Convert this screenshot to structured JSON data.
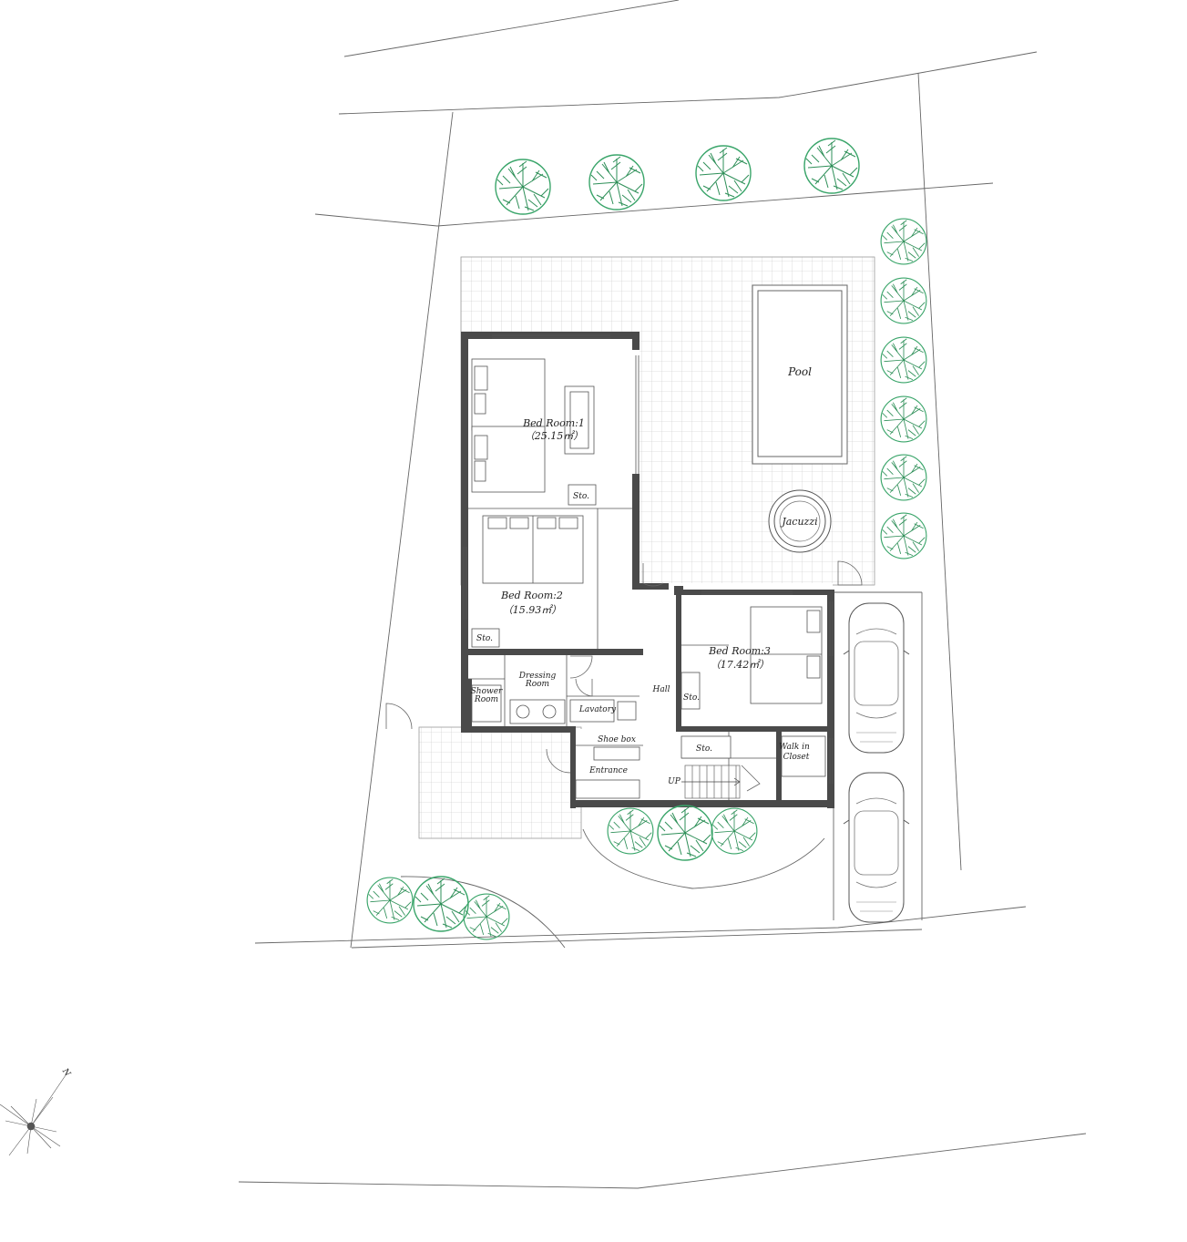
{
  "rooms": {
    "bedroom1": {
      "name": "Bed Room:1",
      "area": "（25.15㎡）"
    },
    "bedroom2": {
      "name": "Bed Room:2",
      "area": "（15.93㎡）"
    },
    "bedroom3": {
      "name": "Bed Room:3",
      "area": "（17.42㎡）"
    },
    "pool": "Pool",
    "jacuzzi": "Jacuzzi",
    "hall": "Hall",
    "dressing": [
      "Dressing",
      "Room"
    ],
    "shower": [
      "Shower",
      "Room"
    ],
    "lavatory": "Lavatory",
    "shoebox": "Shoe box",
    "entrance": "Entrance",
    "up": "UP",
    "walkin": [
      "Walk in",
      "Closet"
    ],
    "sto": "Sto."
  },
  "compass": {
    "north": "N"
  },
  "colors": {
    "tree": "#3aa56a",
    "wall": "#4a4a4a",
    "tile": "#bdbdbd"
  }
}
